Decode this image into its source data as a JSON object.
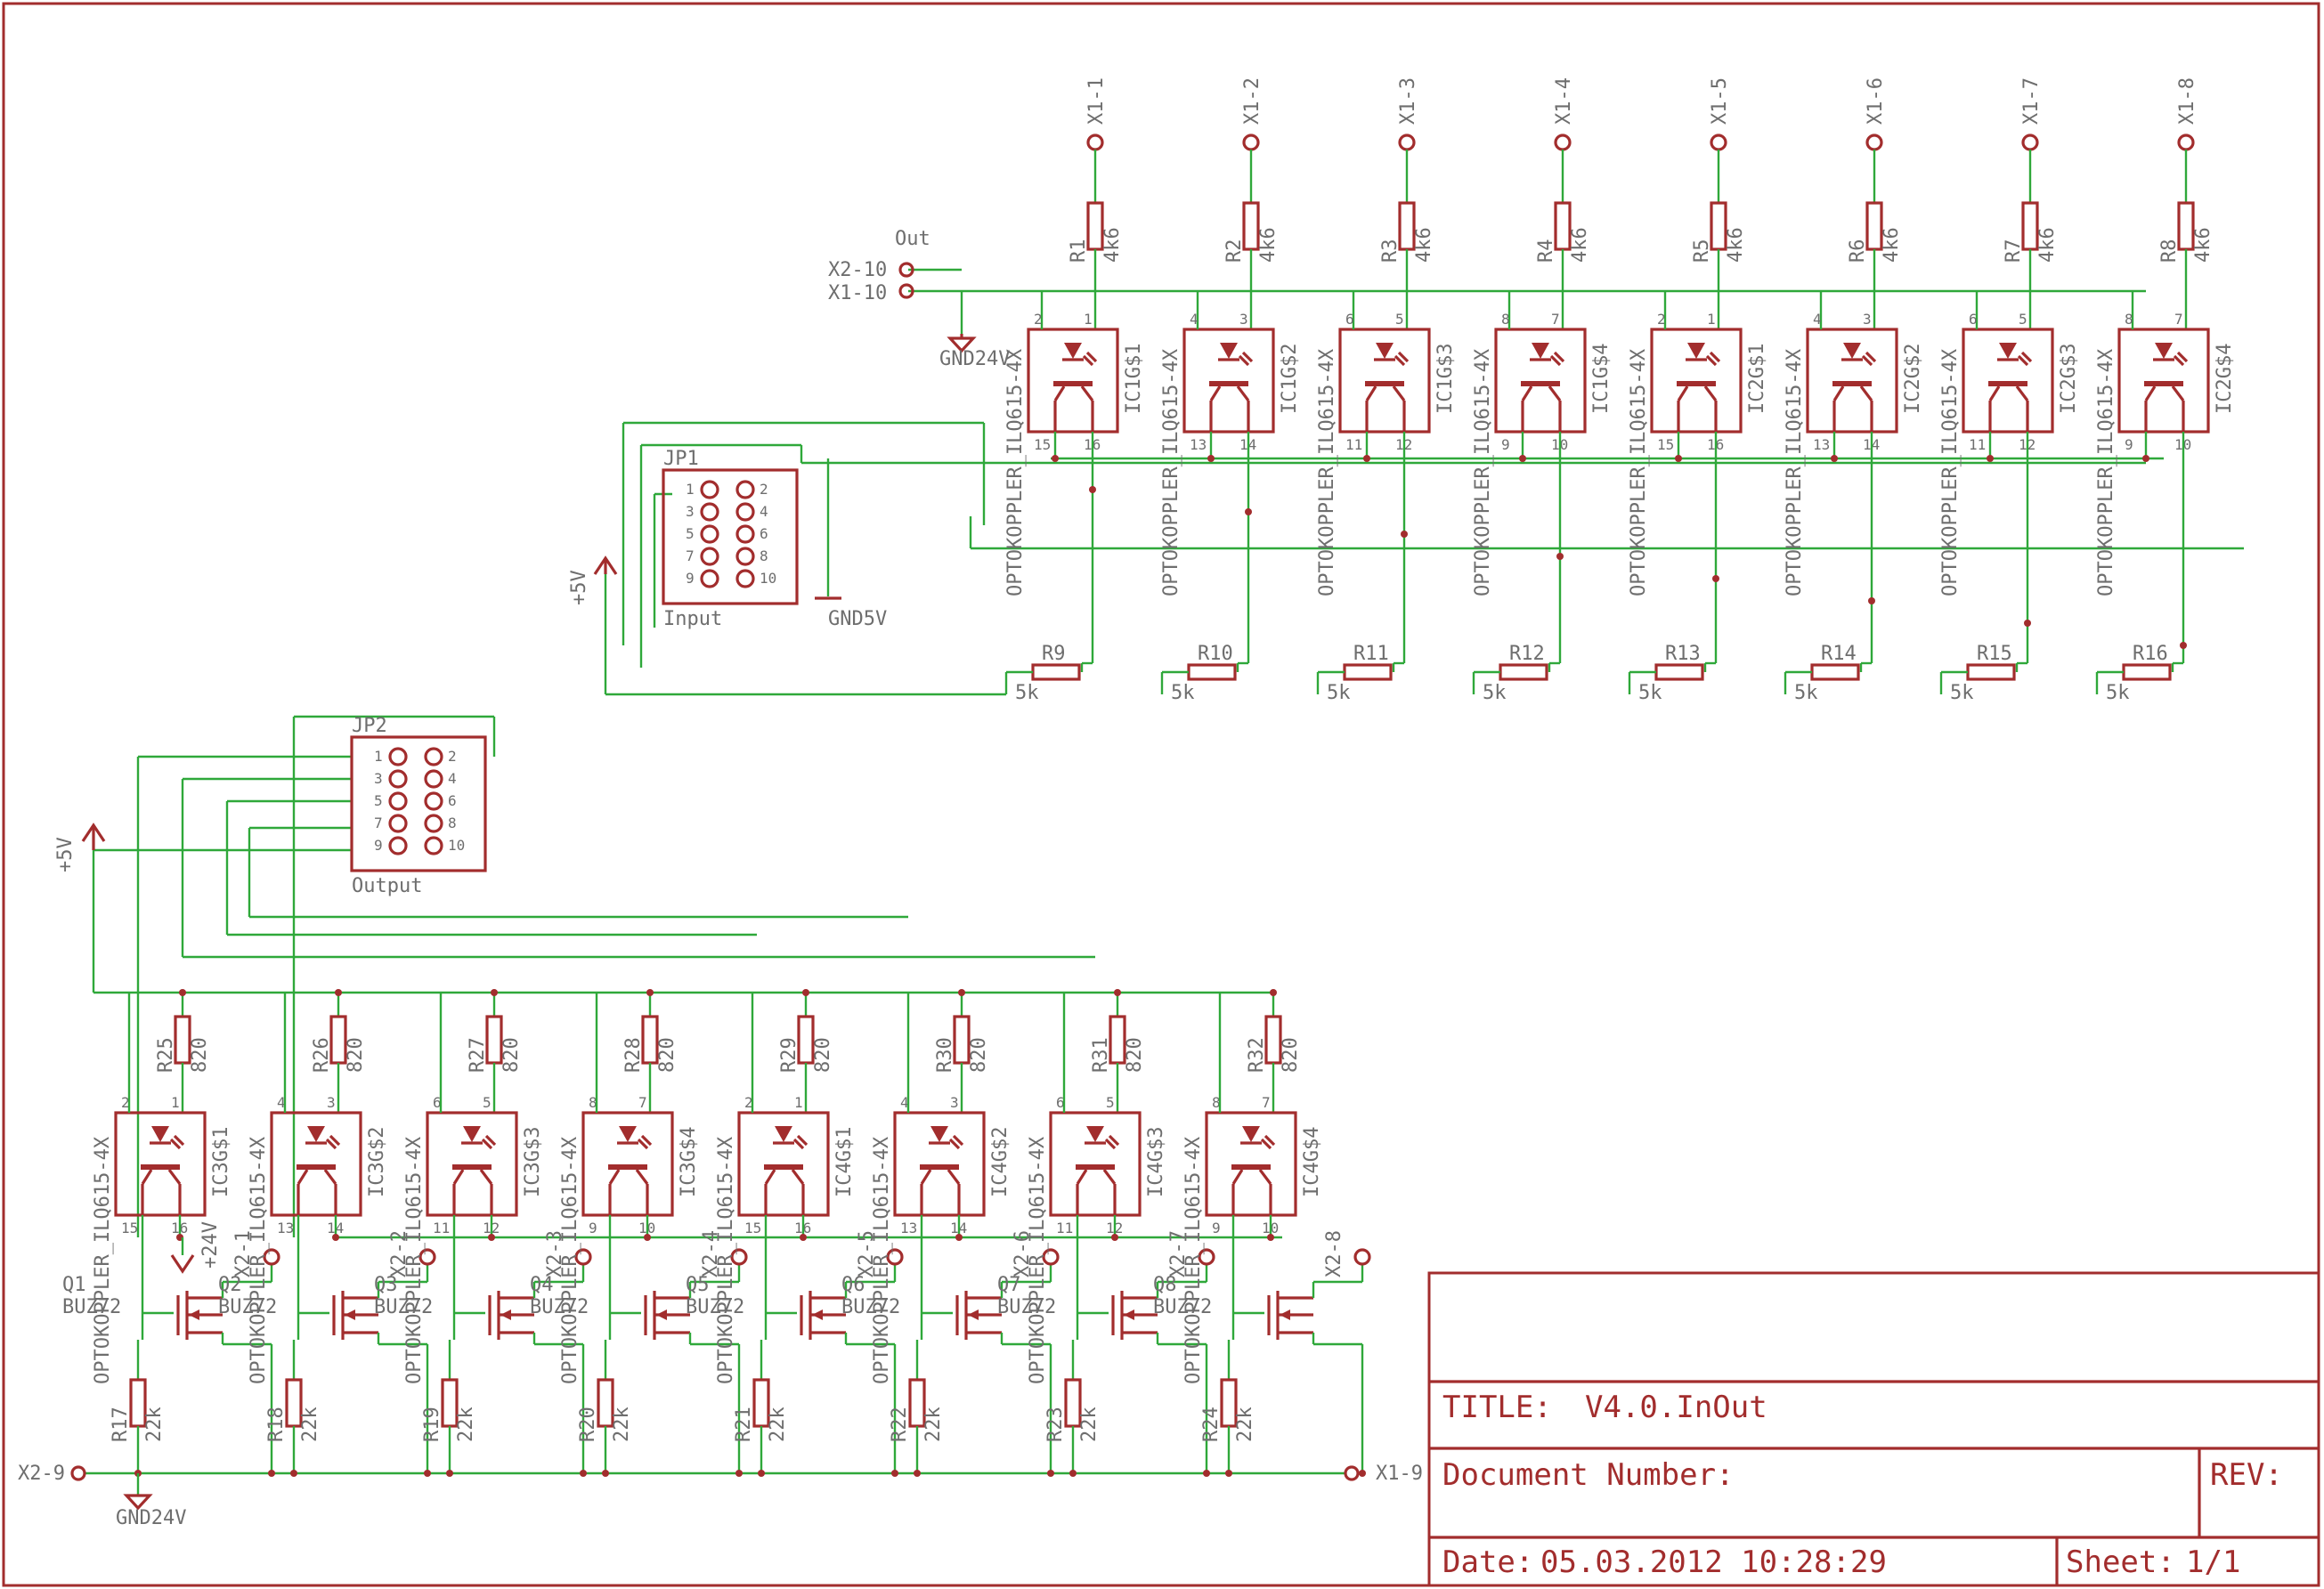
{
  "colors": {
    "wire": "#2fa83a",
    "symbol": "#a22d2d",
    "label": "#6e6e6e",
    "frame": "#a22d2d"
  },
  "top_row": {
    "connectors": [
      "X1-1",
      "X1-2",
      "X1-3",
      "X1-4",
      "X1-5",
      "X1-6",
      "X1-7",
      "X1-8"
    ],
    "resistors": [
      "R1",
      "R2",
      "R3",
      "R4",
      "R5",
      "R6",
      "R7",
      "R8"
    ],
    "resistor_value": "4k6",
    "gates": [
      "IC1G$1",
      "IC1G$2",
      "IC1G$3",
      "IC1G$4",
      "IC2G$1",
      "IC2G$2",
      "IC2G$3",
      "IC2G$4"
    ],
    "pins_top": [
      [
        "2",
        "1"
      ],
      [
        "4",
        "3"
      ],
      [
        "6",
        "5"
      ],
      [
        "8",
        "7"
      ],
      [
        "2",
        "1"
      ],
      [
        "4",
        "3"
      ],
      [
        "6",
        "5"
      ],
      [
        "8",
        "7"
      ]
    ],
    "pins_bottom": [
      [
        "15",
        "16"
      ],
      [
        "13",
        "14"
      ],
      [
        "11",
        "12"
      ],
      [
        "9",
        "10"
      ],
      [
        "15",
        "16"
      ],
      [
        "13",
        "14"
      ],
      [
        "11",
        "12"
      ],
      [
        "9",
        "10"
      ]
    ],
    "part_name": "ILQ615-4X",
    "part_full": "OPTOKOPPLER_ILQ615-4X",
    "pulldowns": [
      "R9",
      "R10",
      "R11",
      "R12",
      "R13",
      "R14",
      "R15",
      "R16"
    ],
    "pulldown_value": "5k"
  },
  "bottom_row": {
    "resistors": [
      "R25",
      "R26",
      "R27",
      "R28",
      "R29",
      "R30",
      "R31",
      "R32"
    ],
    "resistor_value": "820",
    "gates": [
      "IC3G$1",
      "IC3G$2",
      "IC3G$3",
      "IC3G$4",
      "IC4G$1",
      "IC4G$2",
      "IC4G$3",
      "IC4G$4"
    ],
    "transistors": [
      "Q1",
      "Q2",
      "Q3",
      "Q4",
      "Q5",
      "Q6",
      "Q7",
      "Q8"
    ],
    "transistor_value": "BUZ72",
    "outputs": [
      "X2-1",
      "X2-2",
      "X2-3",
      "X2-4",
      "X2-5",
      "X2-6",
      "X2-7",
      "X2-8"
    ],
    "gate_resistors": [
      "R17",
      "R18",
      "R19",
      "R20",
      "R21",
      "R22",
      "R23",
      "R24"
    ],
    "gate_resistor_value": "22k"
  },
  "connectors": {
    "jp1": {
      "name": "JP1",
      "value": "Input"
    },
    "jp2": {
      "name": "JP2",
      "value": "Output"
    },
    "pins_left": [
      "1",
      "3",
      "5",
      "7",
      "9"
    ],
    "pins_right": [
      "2",
      "4",
      "6",
      "8",
      "10"
    ]
  },
  "net_labels": {
    "out": "Out",
    "x2_10": "X2-10",
    "x1_10": "X1-10",
    "gnd24v": "GND24V",
    "gnd5v": "GND5V",
    "plus5v": "+5V",
    "plus24v": "+24V",
    "x2_9": "X2-9",
    "x1_9": "X1-9"
  },
  "title_block": {
    "title_label": "TITLE:",
    "title_value": "V4.0.InOut",
    "docnum_label": "Document Number:",
    "rev_label": "REV:",
    "date_label": "Date:",
    "date_value": "05.03.2012 10:28:29",
    "sheet_label": "Sheet:",
    "sheet_value": "1/1"
  }
}
